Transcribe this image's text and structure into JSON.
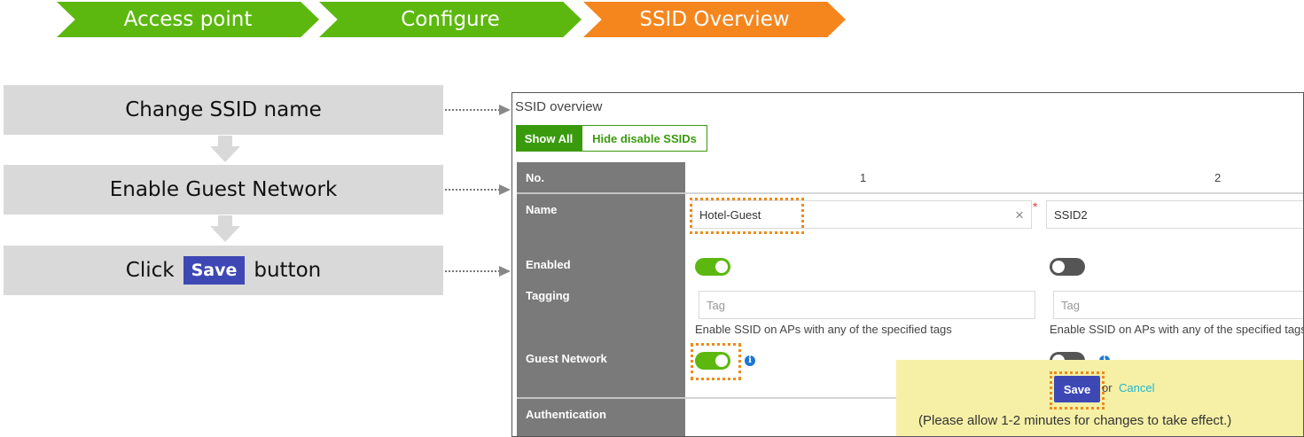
{
  "breadcrumb": [
    {
      "label": "Access point",
      "color": "#5cb80f"
    },
    {
      "label": "Configure",
      "color": "#5cb80f"
    },
    {
      "label": "SSID Overview",
      "color": "#f5861e"
    }
  ],
  "steps": {
    "step1": "Change SSID name",
    "step2": "Enable Guest Network",
    "step3_prefix": "Click",
    "step3_badge": "Save",
    "step3_suffix": "button"
  },
  "panel": {
    "title": "SSID overview",
    "show_all": "Show All",
    "hide_disabled": "Hide disable SSIDs",
    "rows": {
      "no": "No.",
      "name": "Name",
      "enabled": "Enabled",
      "tagging": "Tagging",
      "guest_network": "Guest Network",
      "authentication": "Authentication"
    },
    "columns": [
      {
        "number": "1",
        "name_value": "Hotel-Guest",
        "enabled": true,
        "tag_placeholder": "Tag",
        "tag_hint": "Enable SSID on APs with any of the specified tags",
        "guest_network": true
      },
      {
        "number": "2",
        "name_value": "SSID2",
        "enabled": false,
        "tag_placeholder": "Tag",
        "tag_hint": "Enable SSID on APs with any of the specified tags",
        "guest_network": false
      }
    ],
    "required_mark": "*",
    "clear_icon": "×",
    "savebar": {
      "save_label": "Save",
      "or_text": "or",
      "cancel_label": "Cancel",
      "note": "(Please allow 1-2 minutes for changes to take effect.)"
    }
  },
  "colors": {
    "accent_green": "#5cb80f",
    "accent_orange": "#f5861e",
    "save_blue": "#3e48b5",
    "toggle_on": "#5cb80f",
    "toggle_off": "#555555",
    "highlight_dotted": "#ef8a1b",
    "cancel_link": "#1bb7d6"
  }
}
